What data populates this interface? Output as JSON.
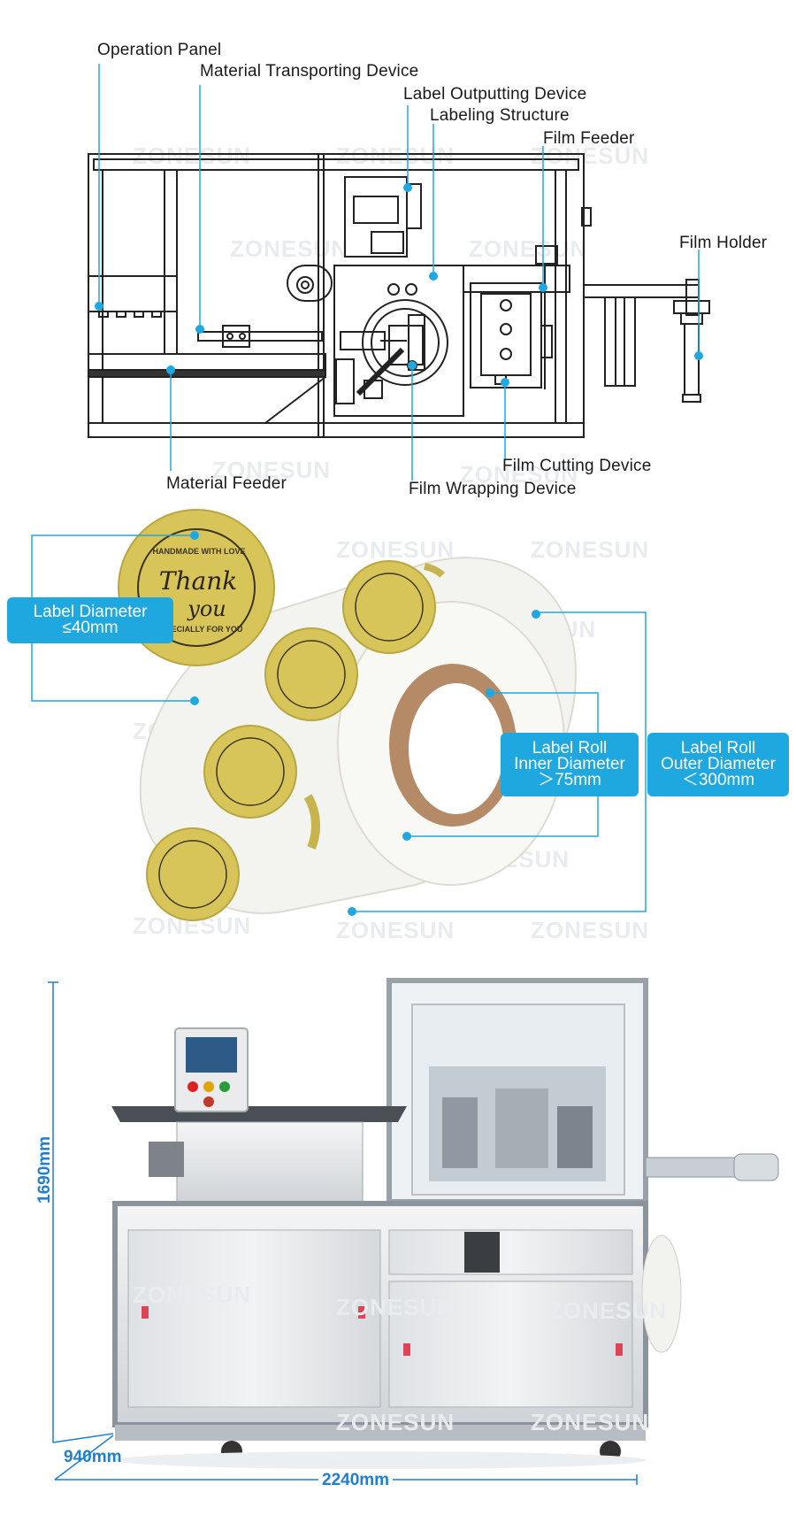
{
  "diagram": {
    "callouts": [
      "Operation Panel",
      "Material Transporting Device",
      "Label Outputting Device",
      "Labeling Structure",
      "Film Feeder",
      "Film Holder",
      "Material Feeder",
      "Film Cutting Device",
      "Film Wrapping Device"
    ]
  },
  "label_specs": {
    "diameter": {
      "title": "Label Diameter",
      "value": "≤40mm"
    },
    "inner": {
      "title1": "Label Roll",
      "title2": "Inner Diameter",
      "value": "＞75mm"
    },
    "outer": {
      "title1": "Label Roll",
      "title2": "Outer Diameter",
      "value": "＜300mm"
    },
    "sticker_text": {
      "top": "HANDMADE WITH LOVE",
      "main1": "Thank",
      "main2": "you",
      "bottom": "ESPECIALLY FOR YOU"
    }
  },
  "dimensions": {
    "height": "1690mm",
    "depth": "940mm",
    "width": "2240mm"
  },
  "watermark": "ZONESUN",
  "colors": {
    "accent": "#1fa8e0",
    "dimension": "#1f7fd0",
    "line": "#222222",
    "gold": "#c9b24a"
  }
}
